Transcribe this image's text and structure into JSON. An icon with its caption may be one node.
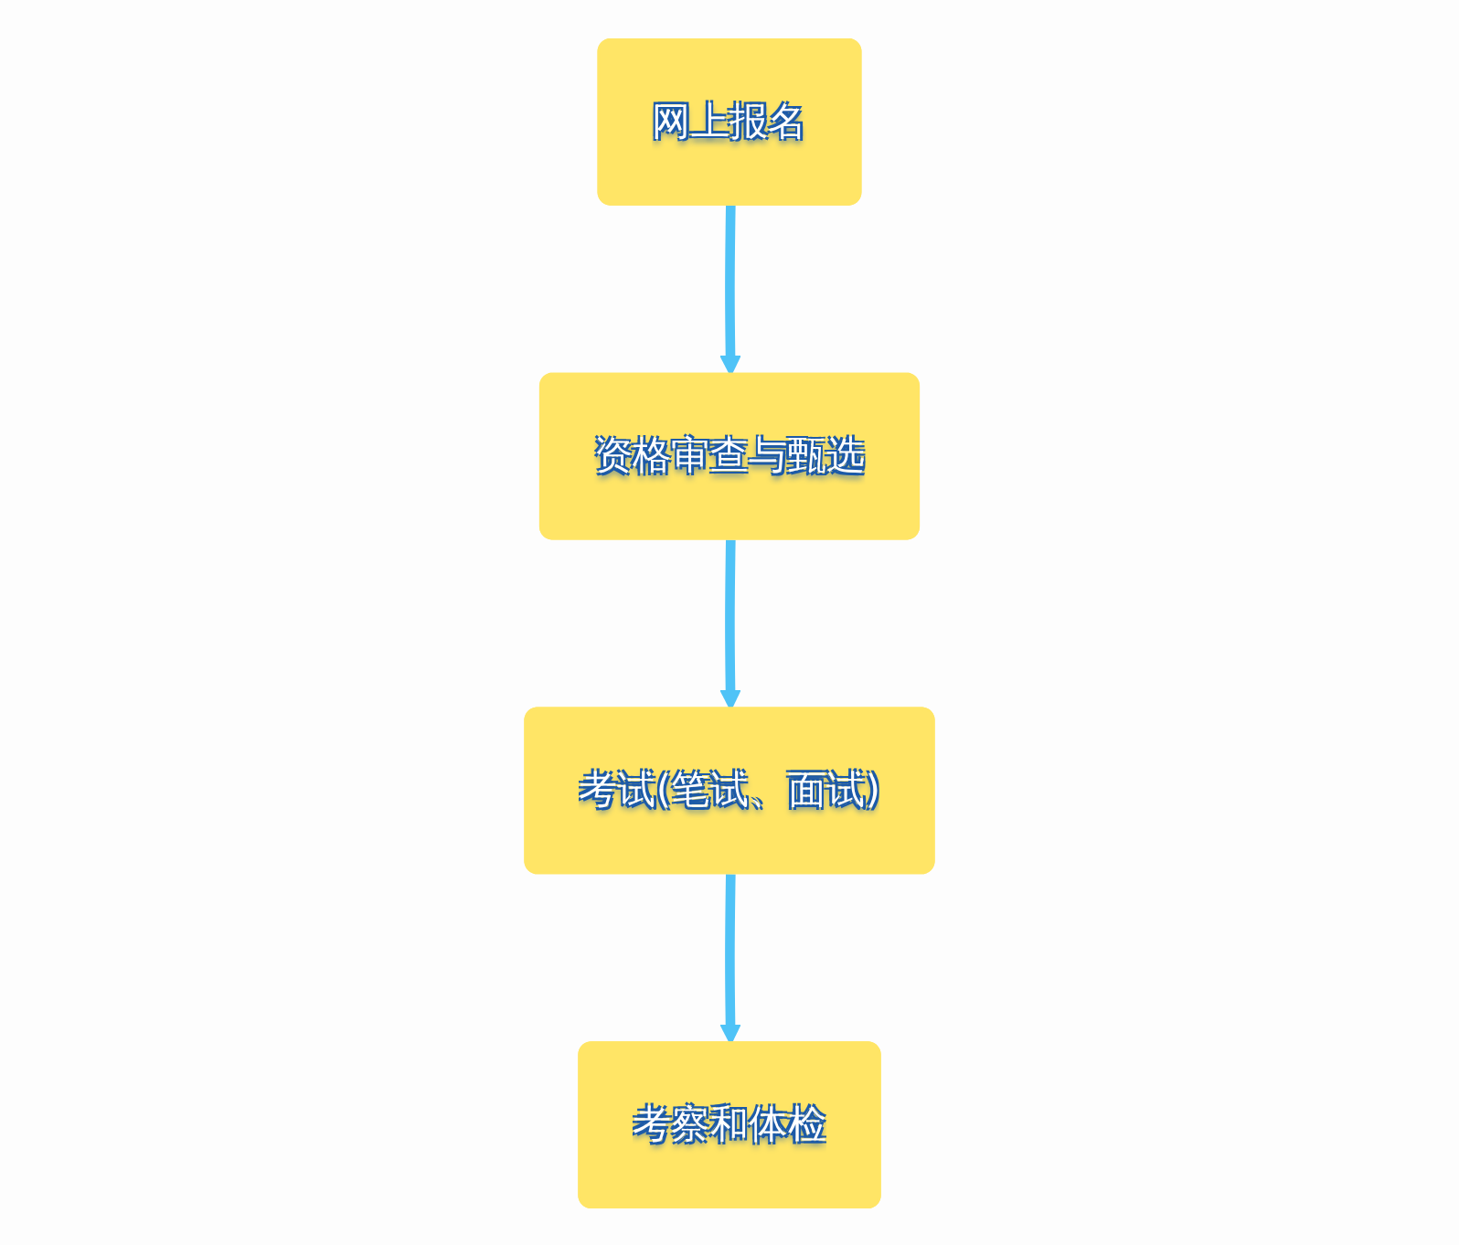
{
  "diagram": {
    "nodes": [
      {
        "text": [
          "网上报名"
        ]
      },
      {
        "text": [
          "资格审查与甄选"
        ]
      },
      {
        "text": [
          "考试(笔试、面试)"
        ]
      },
      {
        "text": [
          "考察和体检"
        ]
      }
    ],
    "edges": [
      {
        "from": 0,
        "to": 1,
        "arrow": "to"
      },
      {
        "from": 1,
        "to": 2,
        "arrow": "to"
      },
      {
        "from": 2,
        "to": 3,
        "arrow": "to"
      }
    ]
  }
}
